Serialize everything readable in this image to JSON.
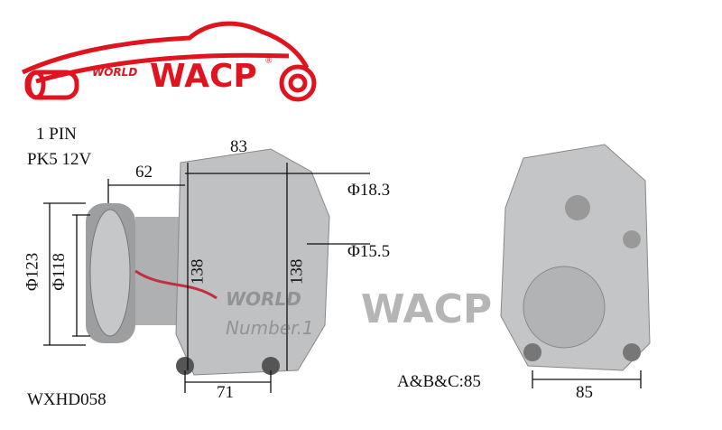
{
  "logo": {
    "brand": "WACP",
    "prefix": "WORLD",
    "registered": "®"
  },
  "watermark": {
    "prefix": "WORLD",
    "brand": "WACP",
    "tagline": "Number.1"
  },
  "specs": {
    "pins": "1 PIN",
    "pulley": "PK5 12V",
    "model": "WXHD058",
    "abc": "A&B&C:85"
  },
  "dimensions": {
    "d83": "83",
    "d62": "62",
    "phi183": "Φ18.3",
    "phi155": "Φ15.5",
    "phi123": "Φ123",
    "phi118": "Φ118",
    "h138a": "138",
    "h138b": "138",
    "d71": "71",
    "d85": "85"
  },
  "colors": {
    "logo_red": "#e0141e",
    "body_gray": "#b9bbbd",
    "dim_line": "#111111"
  }
}
